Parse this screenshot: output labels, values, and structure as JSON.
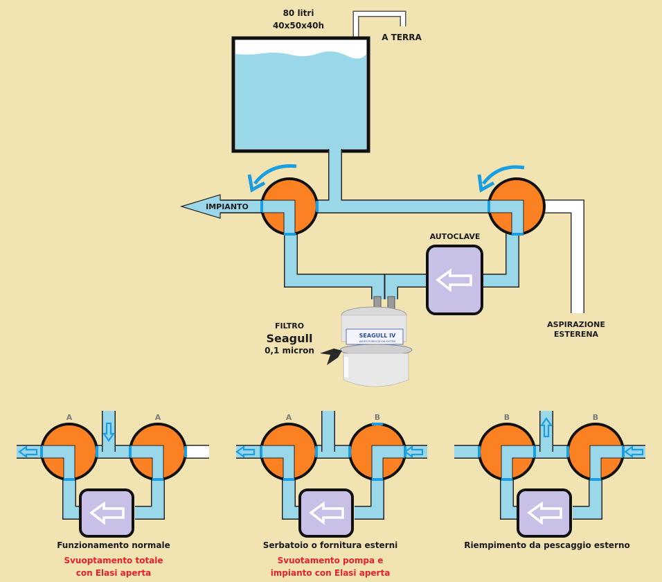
{
  "tank": {
    "capacity": "80 litri",
    "dimensions": "40x50x40h",
    "vent_label": "A TERRA",
    "fill_level": 0.85
  },
  "main": {
    "outlet_label": "IMPIANTO",
    "pump_label": "AUTOCLAVE",
    "intake_label_line1": "ASPIRAZIONE",
    "intake_label_line2": "ESTERENA",
    "filter_label_line1": "FILTRO",
    "filter_label_line2": "Seagull",
    "filter_label_line3": "0,1 micron",
    "filter_brand": "SEAGULL IV",
    "filter_subtitle": "WATER PURIFICATION SYSTEM"
  },
  "modes": [
    {
      "valve_left": "A",
      "valve_right": "A",
      "title": "Funzionamento normale",
      "note_line1": "Svuoptamento totale",
      "note_line2": "con Elasi aperta"
    },
    {
      "valve_left": "A",
      "valve_right": "B",
      "title": "Serbatoio o fornitura esterni",
      "note_line1": "Svuotamento pompa e",
      "note_line2": "impianto con Elasi aperta"
    },
    {
      "valve_left": "B",
      "valve_right": "B",
      "title": "Riempimento da pescaggio esterno",
      "note_line1": "",
      "note_line2": ""
    }
  ],
  "colors": {
    "background": "#f1e3b2",
    "water": "#9ad8e9",
    "valve": "#fb8123",
    "pump": "#c8c0e6",
    "flow_arrow": "#1a9ee2",
    "text": "#1a1a1a",
    "note": "#e8202a"
  }
}
